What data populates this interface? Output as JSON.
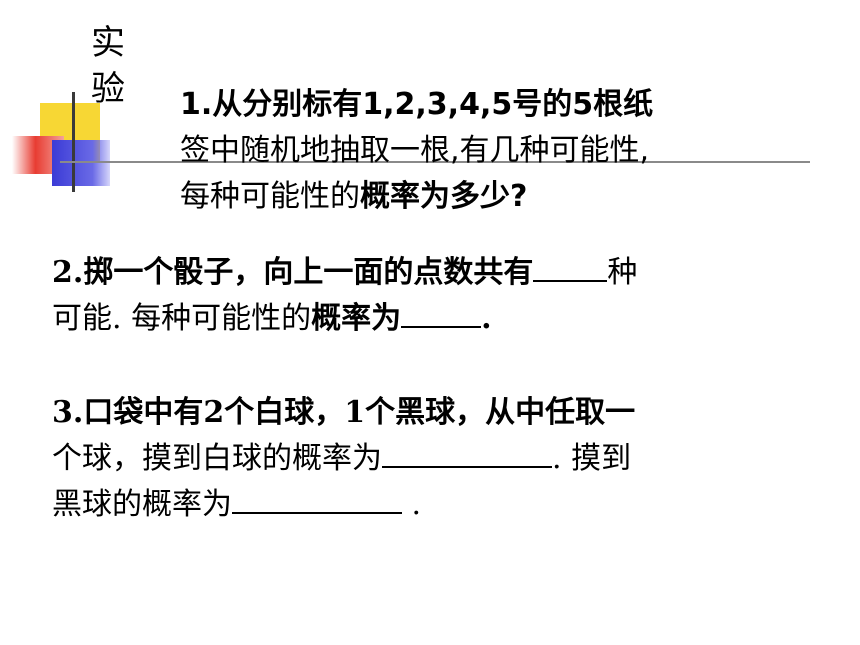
{
  "title": [
    "实",
    "验"
  ],
  "q1": {
    "line1": "1.从分别标有1,2,3,4,5号的5根纸",
    "line2": "签中随机地抽取一根,有几种可能性,",
    "line3_a": "每种可能性的",
    "line3_b": "概率为多少?"
  },
  "q2": {
    "line1_a": "2.掷一个骰子，向上一面的点数共有",
    "line1_b": "种",
    "line2_a": "可能. 每种可能性的",
    "line2_b": "概率为",
    "line2_c": "."
  },
  "q3": {
    "line1": "3.口袋中有2个白球，1个黑球，从中任取一",
    "line2_a": "个球，摸到白球的概率为",
    "line2_b": ".  摸到",
    "line3_a": "黑球的概率为",
    "line3_b": " ."
  }
}
